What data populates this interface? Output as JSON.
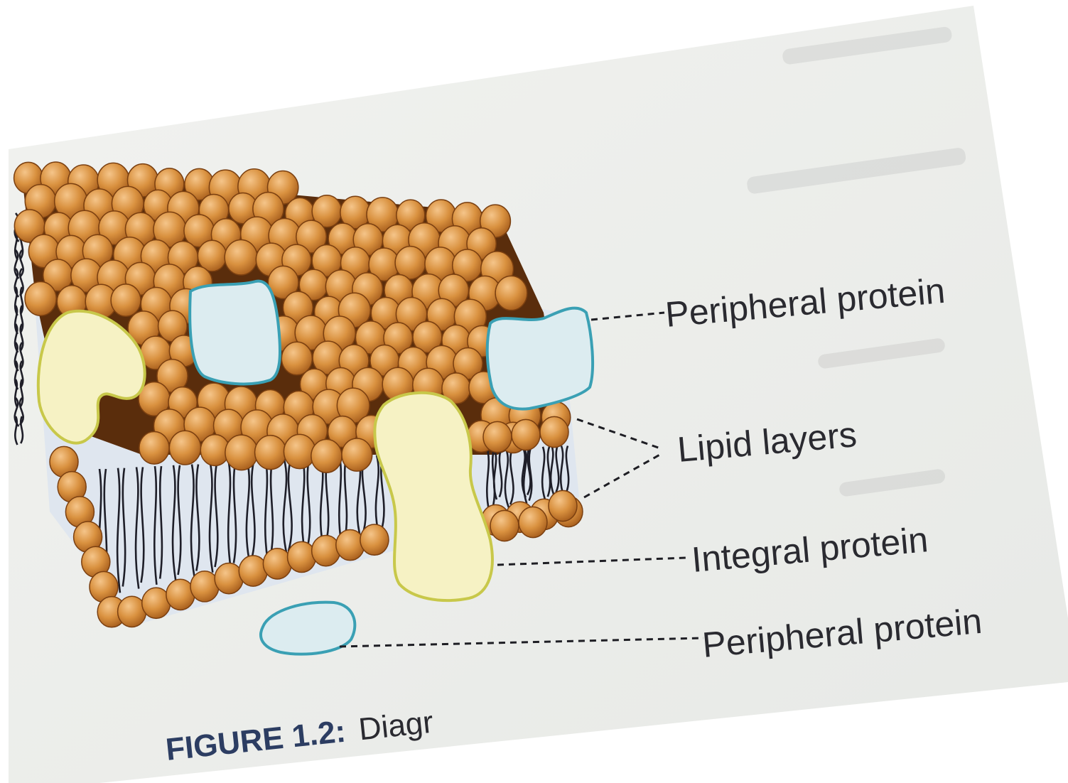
{
  "labels": {
    "peripheral_top": "Peripheral protein",
    "lipid_layers": "Lipid layers",
    "integral": "Integral protein",
    "peripheral_bottom": "Peripheral protein"
  },
  "caption": {
    "figure": "FIGURE 1.2:",
    "partial_text": "Diagr"
  },
  "colors": {
    "paper": "#edefec",
    "lipid_head": "#d9913f",
    "lipid_head_dark": "#5a2d0c",
    "membrane_core": "#dfe6ef",
    "tail": "#1e1e28",
    "peripheral_fill": "#dcecf0",
    "peripheral_stroke": "#3aa0b4",
    "integral_fill": "#f6f2c4",
    "integral_stroke": "#c8c84a",
    "caption_text": "#2c3d62"
  }
}
